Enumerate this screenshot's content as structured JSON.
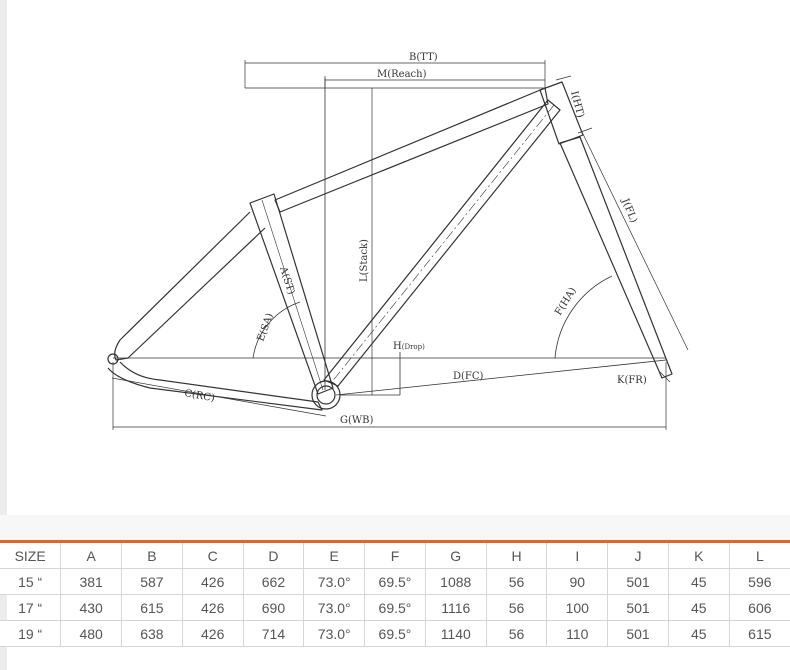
{
  "diagram": {
    "labels": {
      "tt": "B(TT)",
      "reach": "M(Reach)",
      "ht": "I(HT)",
      "fl": "J(FL)",
      "stack": "L(Stack)",
      "st": "A(ST)",
      "ha": "F(HA)",
      "sa": "E(SA)",
      "drop_main": "H",
      "drop_sub": "(Drop)",
      "fc": "D(FC)",
      "fr": "K(FR)",
      "rc": "C(RC)",
      "wb": "G(WB)"
    }
  },
  "table": {
    "headers": [
      "SIZE",
      "A",
      "B",
      "C",
      "D",
      "E",
      "F",
      "G",
      "H",
      "I",
      "J",
      "K",
      "L"
    ],
    "rows": [
      [
        "15 “",
        "381",
        "587",
        "426",
        "662",
        "73.0°",
        "69.5°",
        "1088",
        "56",
        "90",
        "501",
        "45",
        "596"
      ],
      [
        "17 “",
        "430",
        "615",
        "426",
        "690",
        "73.0°",
        "69.5°",
        "1116",
        "56",
        "100",
        "501",
        "45",
        "606"
      ],
      [
        "19 “",
        "480",
        "638",
        "426",
        "714",
        "73.0°",
        "69.5°",
        "1140",
        "56",
        "110",
        "501",
        "45",
        "615"
      ]
    ]
  },
  "colors": {
    "accent": "#e8632a",
    "line": "#333333",
    "grid": "#d6d6d6"
  }
}
